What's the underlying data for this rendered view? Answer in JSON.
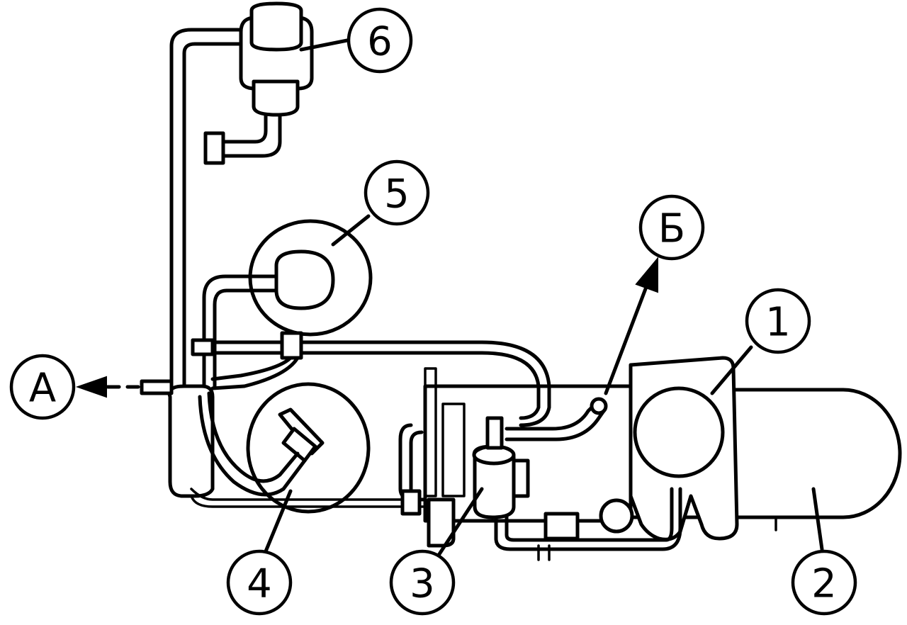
{
  "callouts": {
    "c1": "1",
    "c2": "2",
    "c3": "3",
    "c4": "4",
    "c5": "5",
    "c6": "6",
    "A": "А",
    "B": "Б"
  }
}
